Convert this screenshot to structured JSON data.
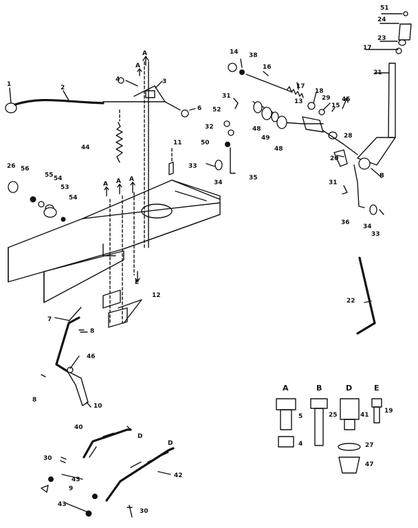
{
  "callouts": [
    {
      "id": "p1",
      "text": "1"
    },
    {
      "id": "p2",
      "text": "2"
    },
    {
      "id": "p3",
      "text": "3"
    },
    {
      "id": "p4",
      "text": "4"
    },
    {
      "id": "p6",
      "text": "6"
    },
    {
      "id": "p44",
      "text": "44"
    },
    {
      "id": "p11",
      "text": "11"
    },
    {
      "id": "p26",
      "text": "26"
    },
    {
      "id": "p56",
      "text": "56"
    },
    {
      "id": "p55",
      "text": "55"
    },
    {
      "id": "p54a",
      "text": "54"
    },
    {
      "id": "p53",
      "text": "53"
    },
    {
      "id": "p54b",
      "text": "54"
    },
    {
      "id": "p12",
      "text": "12"
    },
    {
      "id": "p7",
      "text": "7"
    },
    {
      "id": "p8a",
      "text": "8"
    },
    {
      "id": "p46",
      "text": "46"
    },
    {
      "id": "p8b",
      "text": "8"
    },
    {
      "id": "p10",
      "text": "10"
    },
    {
      "id": "p40",
      "text": "40"
    },
    {
      "id": "p30a",
      "text": "30"
    },
    {
      "id": "p43a",
      "text": "43"
    },
    {
      "id": "p9",
      "text": "9"
    },
    {
      "id": "p43b",
      "text": "43"
    },
    {
      "id": "p42",
      "text": "42"
    },
    {
      "id": "p30b",
      "text": "30"
    },
    {
      "id": "p14",
      "text": "14"
    },
    {
      "id": "p38",
      "text": "38"
    },
    {
      "id": "p16",
      "text": "16"
    },
    {
      "id": "p17a",
      "text": "17"
    },
    {
      "id": "p18",
      "text": "18"
    },
    {
      "id": "p29",
      "text": "29"
    },
    {
      "id": "p15",
      "text": "15"
    },
    {
      "id": "p45",
      "text": "45"
    },
    {
      "id": "p13",
      "text": "13"
    },
    {
      "id": "p31a",
      "text": "31"
    },
    {
      "id": "p52",
      "text": "52"
    },
    {
      "id": "p32",
      "text": "32"
    },
    {
      "id": "p50",
      "text": "50"
    },
    {
      "id": "p48a",
      "text": "48"
    },
    {
      "id": "p49",
      "text": "49"
    },
    {
      "id": "p48b",
      "text": "48"
    },
    {
      "id": "p28",
      "text": "28"
    },
    {
      "id": "p33a",
      "text": "33"
    },
    {
      "id": "p34a",
      "text": "34"
    },
    {
      "id": "p35",
      "text": "35"
    },
    {
      "id": "p20",
      "text": "20"
    },
    {
      "id": "p31b",
      "text": "31"
    },
    {
      "id": "p36",
      "text": "36"
    },
    {
      "id": "p34b",
      "text": "34"
    },
    {
      "id": "p33b",
      "text": "33"
    },
    {
      "id": "p51",
      "text": "51"
    },
    {
      "id": "p24",
      "text": "24"
    },
    {
      "id": "p23",
      "text": "23"
    },
    {
      "id": "p17b",
      "text": "17"
    },
    {
      "id": "p21",
      "text": "21"
    },
    {
      "id": "p22",
      "text": "22"
    },
    {
      "id": "p5",
      "text": "5"
    },
    {
      "id": "p4b",
      "text": "4"
    },
    {
      "id": "p25",
      "text": "25"
    },
    {
      "id": "p41",
      "text": "41"
    },
    {
      "id": "p27",
      "text": "27"
    },
    {
      "id": "p47",
      "text": "47"
    },
    {
      "id": "p19",
      "text": "19"
    }
  ],
  "reference_letters": [
    {
      "id": "refA1",
      "text": "A"
    },
    {
      "id": "refA2",
      "text": "A"
    },
    {
      "id": "refA3",
      "text": "A"
    },
    {
      "id": "refA4",
      "text": "A"
    },
    {
      "id": "refA5",
      "text": "A"
    },
    {
      "id": "refE1",
      "text": "E"
    },
    {
      "id": "refB1",
      "text": "B"
    },
    {
      "id": "refD1",
      "text": "D"
    },
    {
      "id": "refD2",
      "text": "D"
    },
    {
      "id": "refE2",
      "text": "E"
    }
  ],
  "hardware_key": [
    {
      "letter": "A",
      "parts": [
        "5",
        "4"
      ]
    },
    {
      "letter": "B",
      "parts": [
        "25"
      ]
    },
    {
      "letter": "D",
      "parts": [
        "41",
        "27",
        "47"
      ]
    },
    {
      "letter": "E",
      "parts": [
        "19"
      ]
    }
  ],
  "hardware_key_letters": {
    "A": "A",
    "B": "B",
    "D": "D",
    "E": "E"
  }
}
